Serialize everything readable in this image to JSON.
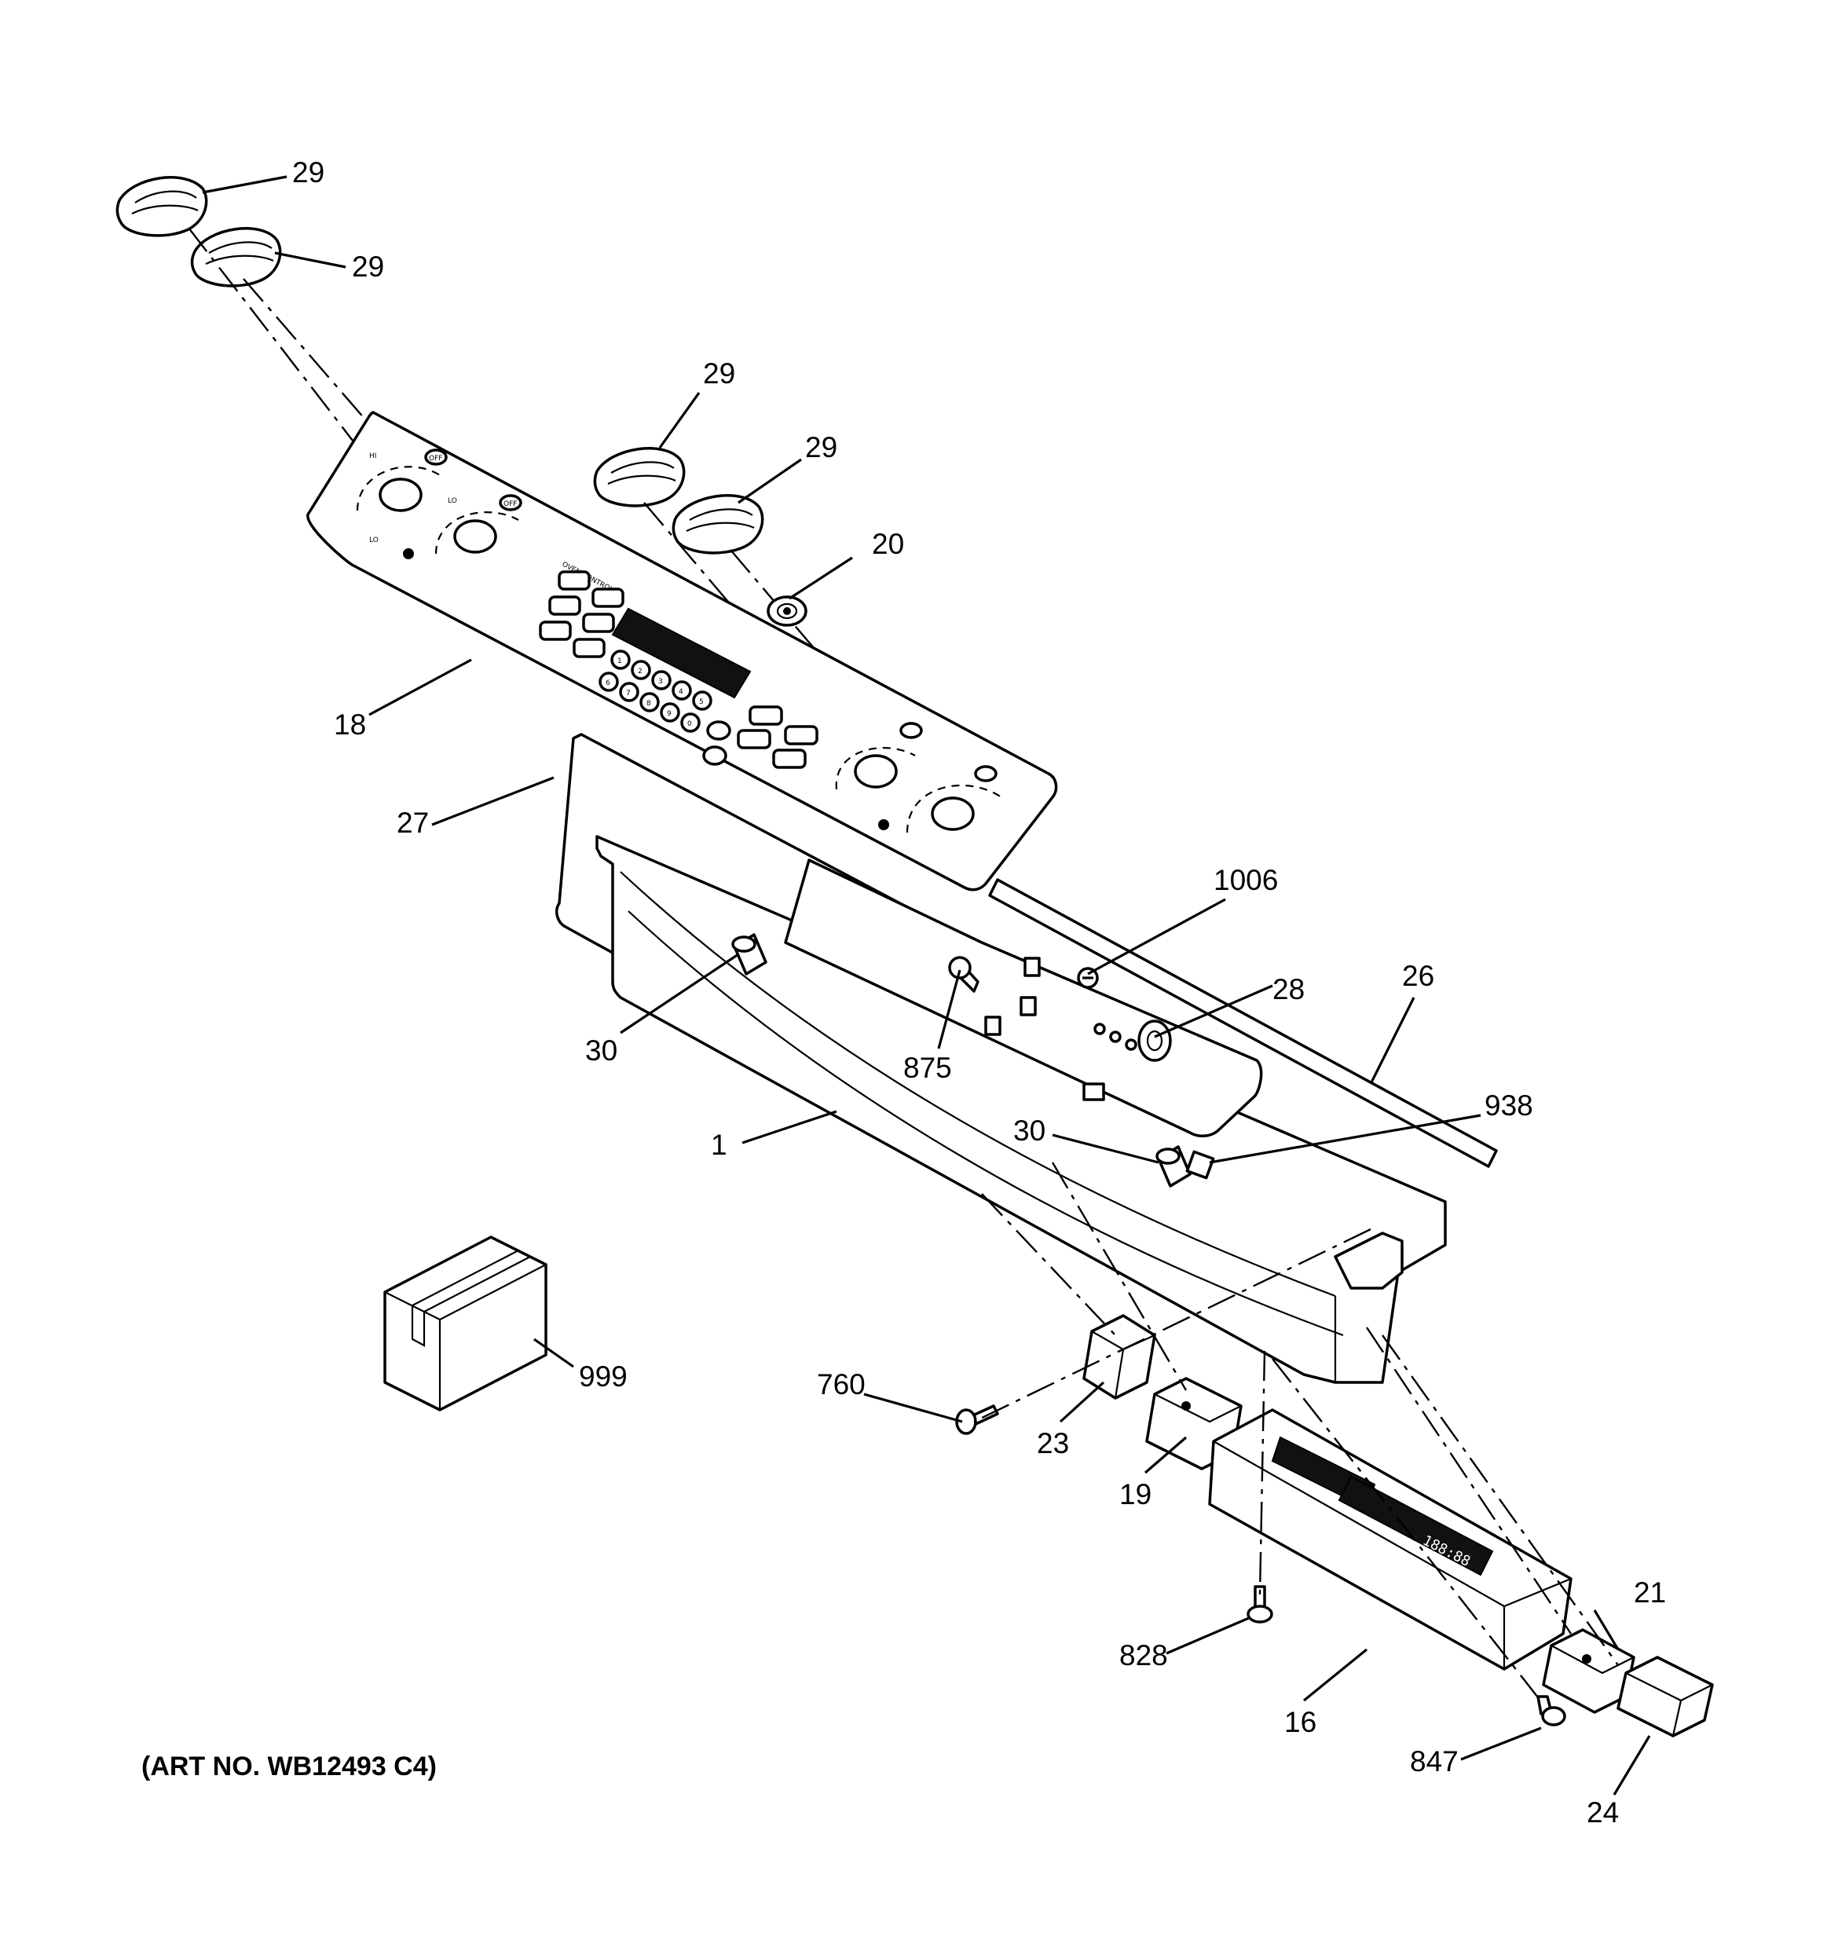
{
  "title": "",
  "art_number": "(ART NO. WB12493 C4)",
  "callouts": [
    {
      "id": "29-a",
      "label": "29"
    },
    {
      "id": "29-b",
      "label": "29"
    },
    {
      "id": "29-c",
      "label": "29"
    },
    {
      "id": "29-d",
      "label": "29"
    },
    {
      "id": "20",
      "label": "20"
    },
    {
      "id": "18",
      "label": "18"
    },
    {
      "id": "27",
      "label": "27"
    },
    {
      "id": "1006",
      "label": "1006"
    },
    {
      "id": "28",
      "label": "28"
    },
    {
      "id": "26",
      "label": "26"
    },
    {
      "id": "30-a",
      "label": "30"
    },
    {
      "id": "875",
      "label": "875"
    },
    {
      "id": "938",
      "label": "938"
    },
    {
      "id": "30-b",
      "label": "30"
    },
    {
      "id": "1",
      "label": "1"
    },
    {
      "id": "999",
      "label": "999"
    },
    {
      "id": "760",
      "label": "760"
    },
    {
      "id": "23",
      "label": "23"
    },
    {
      "id": "19",
      "label": "19"
    },
    {
      "id": "21",
      "label": "21"
    },
    {
      "id": "828",
      "label": "828"
    },
    {
      "id": "16",
      "label": "16"
    },
    {
      "id": "847",
      "label": "847"
    },
    {
      "id": "24",
      "label": "24"
    }
  ],
  "panel_text": {
    "oven_controls": "OVEN CONTROLS",
    "keypad_digits": [
      "1",
      "2",
      "3",
      "4",
      "5",
      "6",
      "7",
      "8",
      "9",
      "0"
    ],
    "dial_marks": [
      "HI",
      "LO",
      "OFF"
    ],
    "display_digits": "188:88"
  }
}
